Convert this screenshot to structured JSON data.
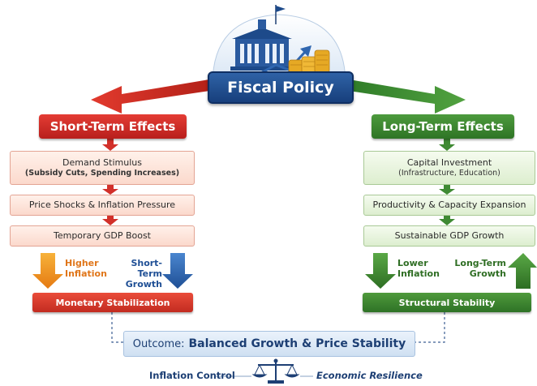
{
  "title": "Fiscal Policy",
  "short_term": {
    "heading": "Short-Term Effects",
    "box1_title": "Demand Stimulus",
    "box1_sub": "(Subsidy Cuts, Spending Increases)",
    "box2": "Price Shocks & Inflation Pressure",
    "box3": "Temporary GDP Boost",
    "left_arrow_label_line1": "Higher",
    "left_arrow_label_line2": "Inflation",
    "right_arrow_label_line1": "Short-Term",
    "right_arrow_label_line2": "Growth",
    "stabilization": "Monetary Stabilization"
  },
  "long_term": {
    "heading": "Long-Term Effects",
    "box1_title": "Capital Investment",
    "box1_sub": "(Infrastructure, Education)",
    "box2": "Productivity & Capacity Expansion",
    "box3": "Sustainable GDP Growth",
    "left_arrow_label_line1": "Lower",
    "left_arrow_label_line2": "Inflation",
    "right_arrow_label_line1": "Long-Term",
    "right_arrow_label_line2": "Growth",
    "stabilization": "Structural Stability"
  },
  "outcome": {
    "prefix": "Outcome:",
    "main": "Balanced Growth & Price Stability"
  },
  "footer": {
    "left": "Inflation Control",
    "right": "Economic Resilience"
  },
  "colors": {
    "navy": "#173f7c",
    "red": "#d2302a",
    "green": "#3f8a33",
    "orange": "#f08a1c",
    "blue_arrow": "#2f66b0",
    "gold": "#e6a924"
  },
  "icons": [
    "capitol-building-icon",
    "growth-arrow-icon",
    "coin-stack-icon",
    "balance-scale-icon",
    "flag-icon"
  ]
}
